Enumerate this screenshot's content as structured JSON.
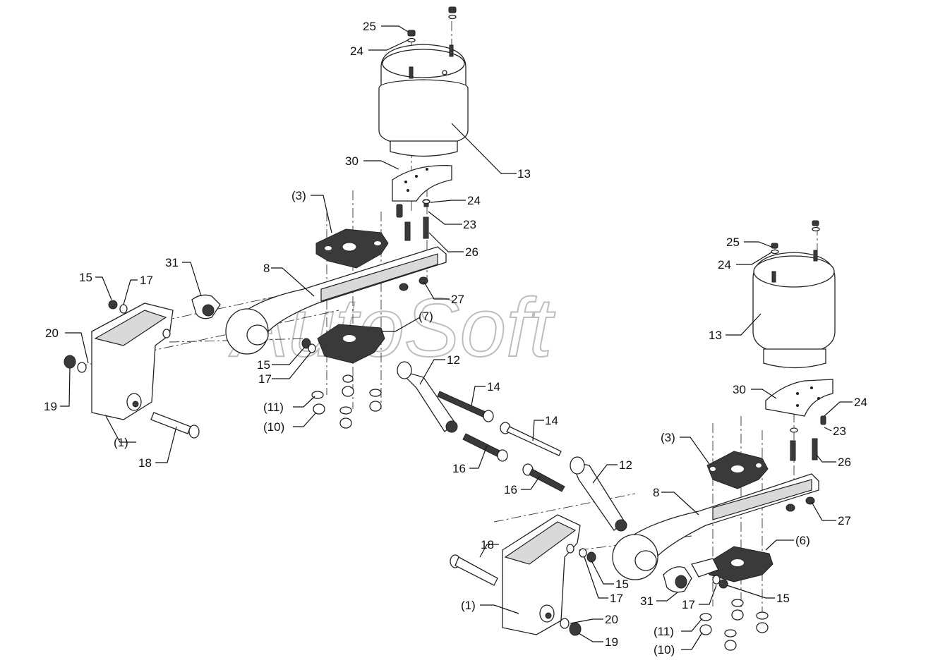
{
  "watermark": "AutoSoft",
  "callouts": [
    {
      "id": "c25a",
      "text": "25"
    },
    {
      "id": "c24a",
      "text": "24"
    },
    {
      "id": "c13a",
      "text": "13"
    },
    {
      "id": "c30a",
      "text": "30"
    },
    {
      "id": "c24b",
      "text": "24"
    },
    {
      "id": "c23a",
      "text": "23"
    },
    {
      "id": "c26a",
      "text": "26"
    },
    {
      "id": "c27a",
      "text": "27"
    },
    {
      "id": "c3a",
      "text": "(3)"
    },
    {
      "id": "c31a",
      "text": "31"
    },
    {
      "id": "c8a",
      "text": "8"
    },
    {
      "id": "c15a",
      "text": "15"
    },
    {
      "id": "c17a",
      "text": "17"
    },
    {
      "id": "c7",
      "text": "(7)"
    },
    {
      "id": "c20a",
      "text": "20"
    },
    {
      "id": "c19a",
      "text": "19"
    },
    {
      "id": "c15b",
      "text": "15"
    },
    {
      "id": "c17b",
      "text": "17"
    },
    {
      "id": "c12a",
      "text": "12"
    },
    {
      "id": "c11a",
      "text": "(11)"
    },
    {
      "id": "c10a",
      "text": "(10)"
    },
    {
      "id": "c1a",
      "text": "(1)"
    },
    {
      "id": "c18a",
      "text": "18"
    },
    {
      "id": "c14a",
      "text": "14"
    },
    {
      "id": "c16a",
      "text": "16"
    },
    {
      "id": "c25b",
      "text": "25"
    },
    {
      "id": "c24c",
      "text": "24"
    },
    {
      "id": "c13b",
      "text": "13"
    },
    {
      "id": "c30b",
      "text": "30"
    },
    {
      "id": "c24d",
      "text": "24"
    },
    {
      "id": "c23b",
      "text": "23"
    },
    {
      "id": "c14b",
      "text": "14"
    },
    {
      "id": "c3b",
      "text": "(3)"
    },
    {
      "id": "c26b",
      "text": "26"
    },
    {
      "id": "c12b",
      "text": "12"
    },
    {
      "id": "c16b",
      "text": "16"
    },
    {
      "id": "c8b",
      "text": "8"
    },
    {
      "id": "c27b",
      "text": "27"
    },
    {
      "id": "c6",
      "text": "(6)"
    },
    {
      "id": "c18b",
      "text": "18"
    },
    {
      "id": "c15c",
      "text": "15"
    },
    {
      "id": "c17c",
      "text": "17"
    },
    {
      "id": "c31b",
      "text": "31"
    },
    {
      "id": "c17d",
      "text": "17"
    },
    {
      "id": "c15d",
      "text": "15"
    },
    {
      "id": "c1b",
      "text": "(1)"
    },
    {
      "id": "c20b",
      "text": "20"
    },
    {
      "id": "c19b",
      "text": "19"
    },
    {
      "id": "c11b",
      "text": "(11)"
    },
    {
      "id": "c10b",
      "text": "(10)"
    }
  ]
}
